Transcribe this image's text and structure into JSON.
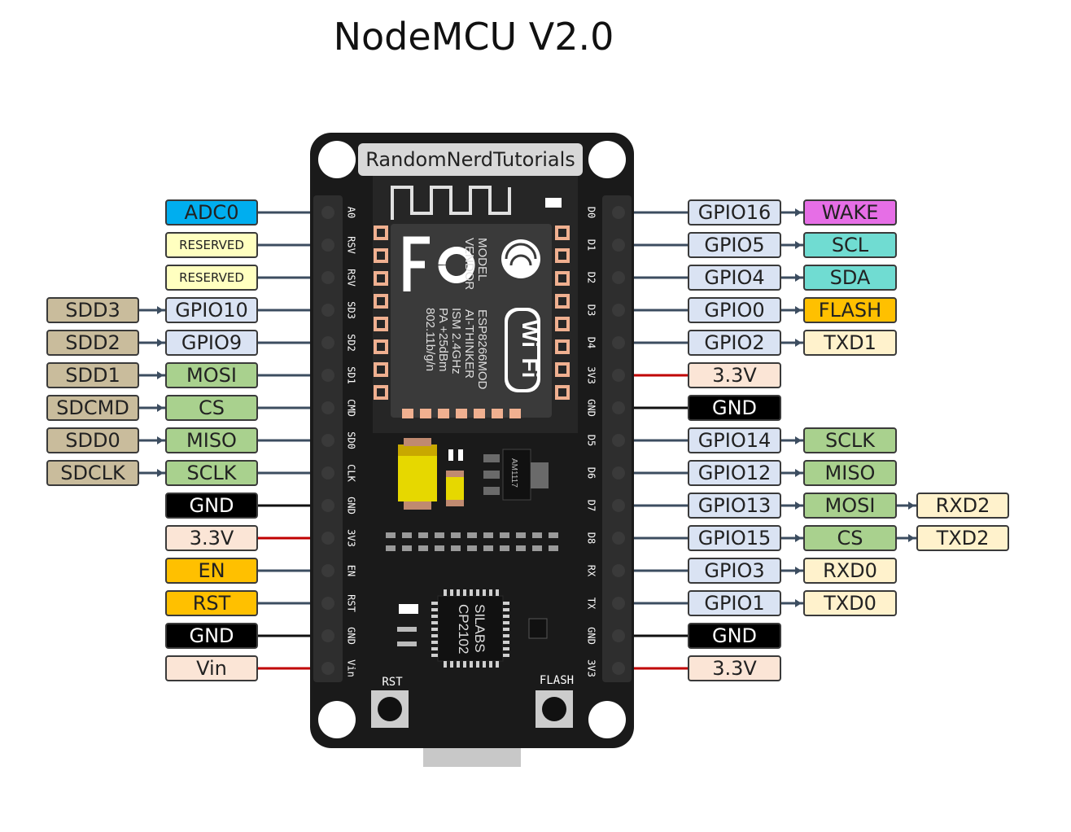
{
  "title": "NodeMCU V2.0",
  "brand_label": "RandomNerdTutorials",
  "colors": {
    "board": "#1a1a1a",
    "line": "#3c4d60",
    "power_line": "#c00000",
    "gnd_line": "#111111"
  },
  "module_text": {
    "model": "MODEL",
    "vendor": "VENDOR",
    "chip": "ESP8266MOD",
    "maker": "AI-THINKER",
    "band": "ISM 2.4GHz",
    "power": "PA +25dBm",
    "std": "802.11b/g/n",
    "wifi_1": "Wi",
    "wifi_2": "Fi"
  },
  "chips": {
    "regulator": "AM1117",
    "usb_chip_1": "SILABS",
    "usb_chip_2": "CP2102"
  },
  "buttons": {
    "rst": "RST",
    "flash": "FLASH"
  },
  "silk_left": [
    "A0",
    "RSV",
    "RSV",
    "SD3",
    "SD2",
    "SD1",
    "CMD",
    "SD0",
    "CLK",
    "GND",
    "3V3",
    "EN",
    "RST",
    "GND",
    "Vin"
  ],
  "silk_right": [
    "D0",
    "D1",
    "D2",
    "D3",
    "D4",
    "3V3",
    "GND",
    "D5",
    "D6",
    "D7",
    "D8",
    "RX",
    "TX",
    "GND",
    "3V3"
  ],
  "left_pins": [
    {
      "row": 0,
      "col": 0,
      "text": "ADC0",
      "bg": "#00aeef",
      "conn": "signal"
    },
    {
      "row": 1,
      "col": 0,
      "text": "RESERVED",
      "bg": "#ffffc0",
      "conn": "signal",
      "small": true
    },
    {
      "row": 2,
      "col": 0,
      "text": "RESERVED",
      "bg": "#ffffc0",
      "conn": "signal",
      "small": true
    },
    {
      "row": 3,
      "col": 0,
      "text": "GPIO10",
      "bg": "#dae3f3",
      "conn": "signal"
    },
    {
      "row": 3,
      "col": 1,
      "text": "SDD3",
      "bg": "#c9bc9c"
    },
    {
      "row": 4,
      "col": 0,
      "text": "GPIO9",
      "bg": "#dae3f3",
      "conn": "signal"
    },
    {
      "row": 4,
      "col": 1,
      "text": "SDD2",
      "bg": "#c9bc9c"
    },
    {
      "row": 5,
      "col": 0,
      "text": "MOSI",
      "bg": "#a9d18e",
      "conn": "signal"
    },
    {
      "row": 5,
      "col": 1,
      "text": "SDD1",
      "bg": "#c9bc9c"
    },
    {
      "row": 6,
      "col": 0,
      "text": "CS",
      "bg": "#a9d18e",
      "conn": "signal"
    },
    {
      "row": 6,
      "col": 1,
      "text": "SDCMD",
      "bg": "#c9bc9c"
    },
    {
      "row": 7,
      "col": 0,
      "text": "MISO",
      "bg": "#a9d18e",
      "conn": "signal"
    },
    {
      "row": 7,
      "col": 1,
      "text": "SDD0",
      "bg": "#c9bc9c"
    },
    {
      "row": 8,
      "col": 0,
      "text": "SCLK",
      "bg": "#a9d18e",
      "conn": "signal"
    },
    {
      "row": 8,
      "col": 1,
      "text": "SDCLK",
      "bg": "#c9bc9c"
    },
    {
      "row": 9,
      "col": 0,
      "text": "GND",
      "bg": "#000000",
      "conn": "gnd",
      "dark": true
    },
    {
      "row": 10,
      "col": 0,
      "text": "3.3V",
      "bg": "#fbe5d6",
      "conn": "power"
    },
    {
      "row": 11,
      "col": 0,
      "text": "EN",
      "bg": "#ffc000",
      "conn": "signal"
    },
    {
      "row": 12,
      "col": 0,
      "text": "RST",
      "bg": "#ffc000",
      "conn": "signal"
    },
    {
      "row": 13,
      "col": 0,
      "text": "GND",
      "bg": "#000000",
      "conn": "gnd",
      "dark": true
    },
    {
      "row": 14,
      "col": 0,
      "text": "Vin",
      "bg": "#fbe5d6",
      "conn": "power"
    }
  ],
  "right_pins": [
    {
      "row": 0,
      "col": 0,
      "text": "GPIO16",
      "bg": "#dae3f3",
      "conn": "signal"
    },
    {
      "row": 0,
      "col": 1,
      "text": "WAKE",
      "bg": "#e66ee6"
    },
    {
      "row": 1,
      "col": 0,
      "text": "GPIO5",
      "bg": "#dae3f3",
      "conn": "signal"
    },
    {
      "row": 1,
      "col": 1,
      "text": "SCL",
      "bg": "#70dcd2"
    },
    {
      "row": 2,
      "col": 0,
      "text": "GPIO4",
      "bg": "#dae3f3",
      "conn": "signal"
    },
    {
      "row": 2,
      "col": 1,
      "text": "SDA",
      "bg": "#70dcd2"
    },
    {
      "row": 3,
      "col": 0,
      "text": "GPIO0",
      "bg": "#dae3f3",
      "conn": "signal"
    },
    {
      "row": 3,
      "col": 1,
      "text": "FLASH",
      "bg": "#ffc000"
    },
    {
      "row": 4,
      "col": 0,
      "text": "GPIO2",
      "bg": "#dae3f3",
      "conn": "signal"
    },
    {
      "row": 4,
      "col": 1,
      "text": "TXD1",
      "bg": "#fff2cc"
    },
    {
      "row": 5,
      "col": 0,
      "text": "3.3V",
      "bg": "#fbe5d6",
      "conn": "power"
    },
    {
      "row": 6,
      "col": 0,
      "text": "GND",
      "bg": "#000000",
      "conn": "gnd",
      "dark": true
    },
    {
      "row": 7,
      "col": 0,
      "text": "GPIO14",
      "bg": "#dae3f3",
      "conn": "signal"
    },
    {
      "row": 7,
      "col": 1,
      "text": "SCLK",
      "bg": "#a9d18e"
    },
    {
      "row": 8,
      "col": 0,
      "text": "GPIO12",
      "bg": "#dae3f3",
      "conn": "signal"
    },
    {
      "row": 8,
      "col": 1,
      "text": "MISO",
      "bg": "#a9d18e"
    },
    {
      "row": 9,
      "col": 0,
      "text": "GPIO13",
      "bg": "#dae3f3",
      "conn": "signal"
    },
    {
      "row": 9,
      "col": 1,
      "text": "MOSI",
      "bg": "#a9d18e"
    },
    {
      "row": 9,
      "col": 2,
      "text": "RXD2",
      "bg": "#fff2cc"
    },
    {
      "row": 10,
      "col": 0,
      "text": "GPIO15",
      "bg": "#dae3f3",
      "conn": "signal"
    },
    {
      "row": 10,
      "col": 1,
      "text": "CS",
      "bg": "#a9d18e"
    },
    {
      "row": 10,
      "col": 2,
      "text": "TXD2",
      "bg": "#fff2cc"
    },
    {
      "row": 11,
      "col": 0,
      "text": "GPIO3",
      "bg": "#dae3f3",
      "conn": "signal"
    },
    {
      "row": 11,
      "col": 1,
      "text": "RXD0",
      "bg": "#fff2cc"
    },
    {
      "row": 12,
      "col": 0,
      "text": "GPIO1",
      "bg": "#dae3f3",
      "conn": "signal"
    },
    {
      "row": 12,
      "col": 1,
      "text": "TXD0",
      "bg": "#fff2cc"
    },
    {
      "row": 13,
      "col": 0,
      "text": "GND",
      "bg": "#000000",
      "conn": "gnd",
      "dark": true
    },
    {
      "row": 14,
      "col": 0,
      "text": "3.3V",
      "bg": "#fbe5d6",
      "conn": "power"
    }
  ]
}
